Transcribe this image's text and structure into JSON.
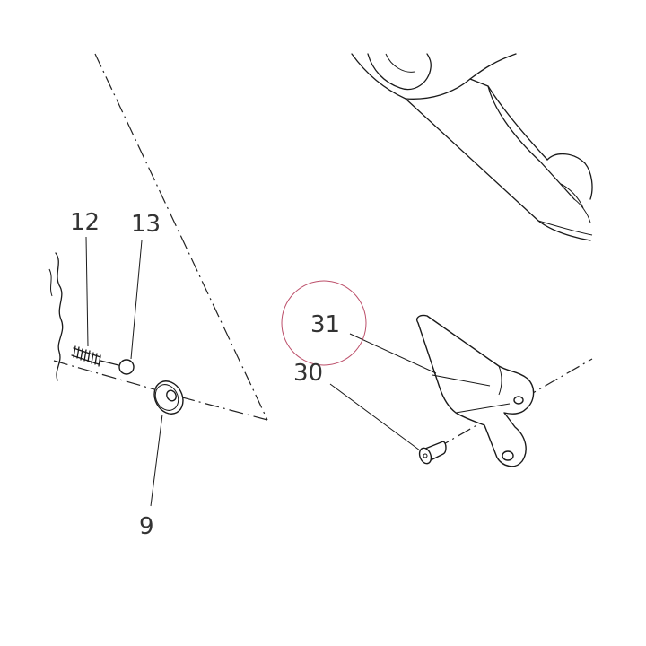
{
  "colors": {
    "line": "#1a1a1a",
    "label": "#333333",
    "highlight_circle": "#b03050",
    "background": "#ffffff"
  },
  "callouts": [
    {
      "id": "12",
      "label": "12"
    },
    {
      "id": "13",
      "label": "13"
    },
    {
      "id": "9",
      "label": "9"
    },
    {
      "id": "31",
      "label": "31",
      "highlighted": true
    },
    {
      "id": "30",
      "label": "30"
    }
  ]
}
